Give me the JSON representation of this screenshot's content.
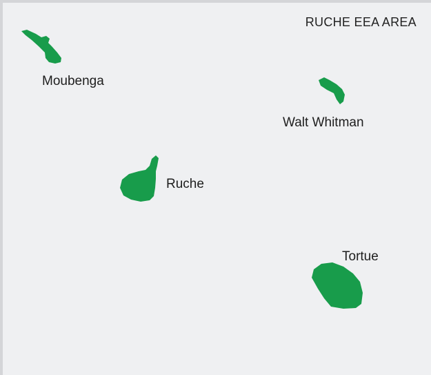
{
  "map": {
    "title": "RUCHE EEA AREA",
    "land_color": "#189c4b",
    "water_color": "#eff0f2",
    "border_color": "#d4d5d8",
    "islands": [
      {
        "id": "moubenga",
        "name": "Moubenga"
      },
      {
        "id": "walt-whitman",
        "name": "Walt Whitman"
      },
      {
        "id": "ruche",
        "name": "Ruche"
      },
      {
        "id": "tortue",
        "name": "Tortue"
      }
    ]
  }
}
